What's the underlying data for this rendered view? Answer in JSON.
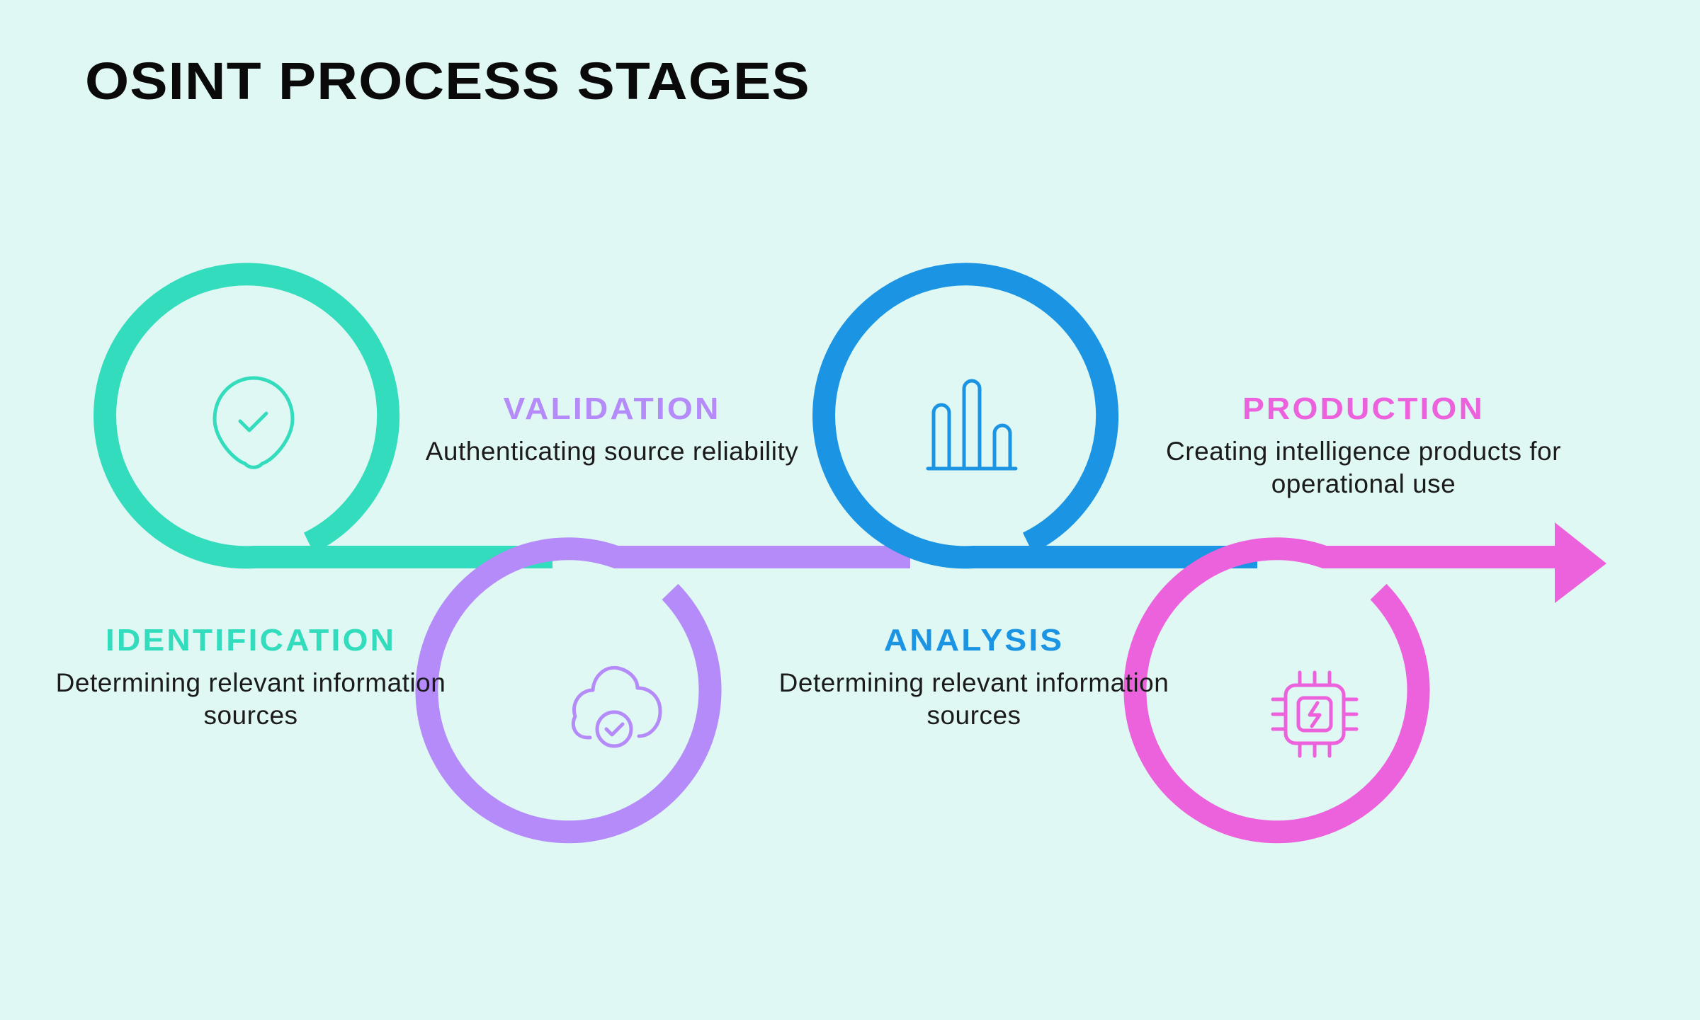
{
  "title": "OSINT PROCESS STAGES",
  "colors": {
    "background": "#e0f8f3",
    "identification": "#34dcbe",
    "validation": "#b48bf8",
    "analysis": "#1b95e3",
    "production": "#ec62dc"
  },
  "stages": [
    {
      "name": "IDENTIFICATION",
      "description": "Determining relevant information sources",
      "icon": "shield-check-icon",
      "color": "#34dcbe"
    },
    {
      "name": "VALIDATION",
      "description": "Authenticating source reliability",
      "icon": "cloud-check-icon",
      "color": "#b48bf8"
    },
    {
      "name": "ANALYSIS",
      "description": "Determining relevant information sources",
      "icon": "bar-chart-icon",
      "color": "#1b95e3"
    },
    {
      "name": "PRODUCTION",
      "description": "Creating intelligence products for operational use",
      "icon": "cpu-chip-icon",
      "color": "#ec62dc"
    }
  ]
}
